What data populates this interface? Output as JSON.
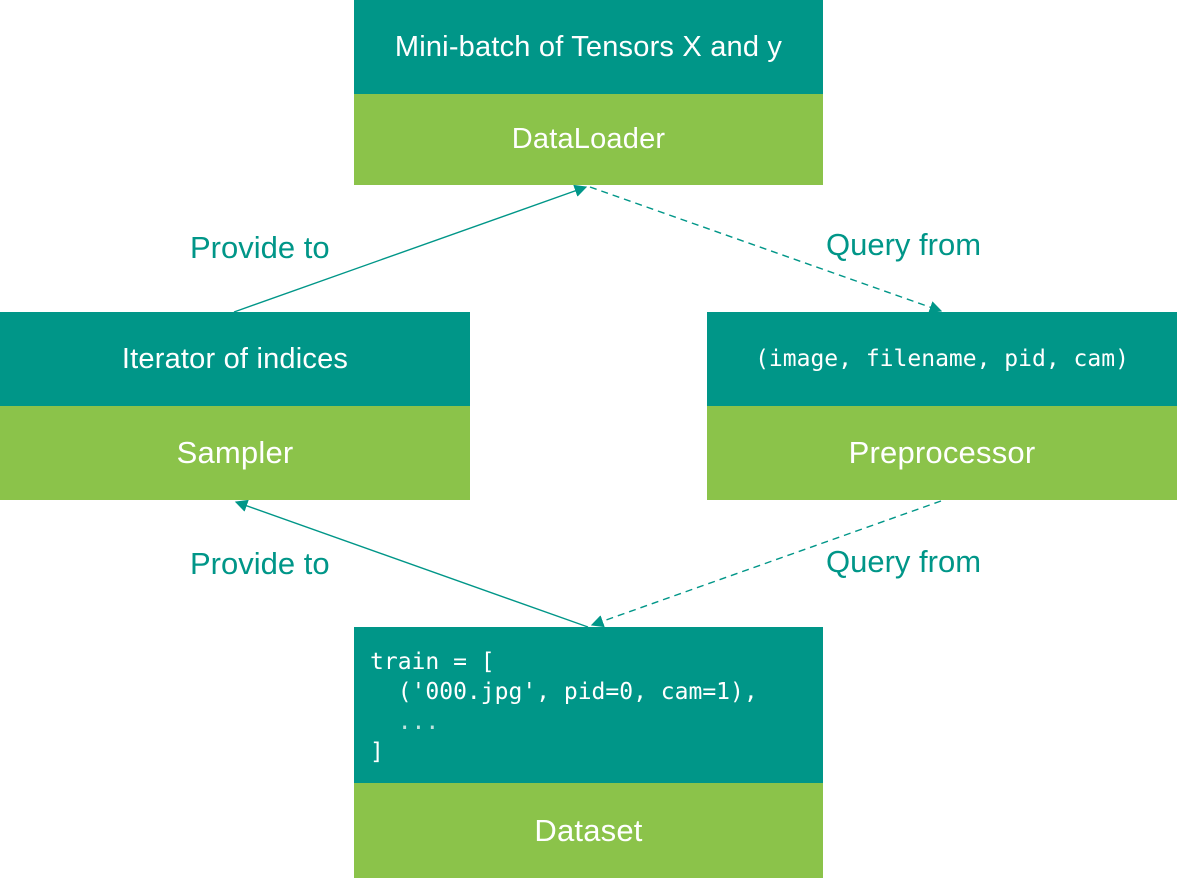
{
  "colors": {
    "teal": "#009688",
    "green": "#8bc34a",
    "text_light": "#ffffff"
  },
  "dataloader": {
    "output": "Mini-batch of Tensors  X  and  y",
    "name": "DataLoader"
  },
  "sampler": {
    "output": "Iterator of indices",
    "name": "Sampler"
  },
  "preprocessor": {
    "output": "(image, filename, pid, cam)",
    "name": "Preprocessor"
  },
  "dataset": {
    "code_lines": [
      "train = [",
      "  ('000.jpg', pid=0, cam=1),",
      "  ...",
      "]"
    ],
    "name": "Dataset"
  },
  "edges": {
    "sampler_to_dataloader": "Provide to",
    "dataloader_to_preprocessor": "Query from",
    "dataset_to_sampler": "Provide to",
    "preprocessor_to_dataset": "Query from"
  }
}
